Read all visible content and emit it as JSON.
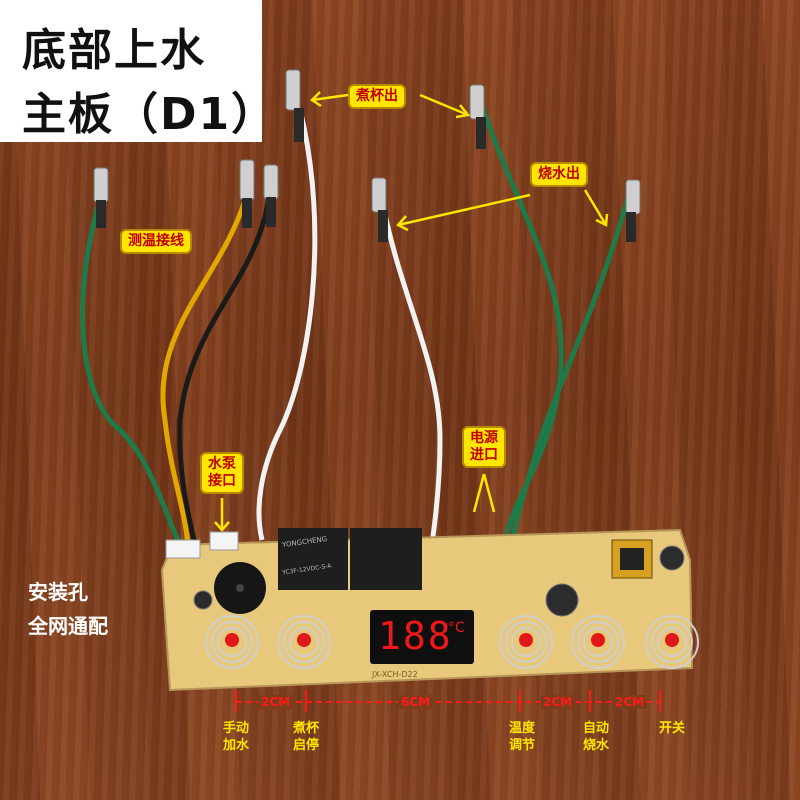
{
  "title": {
    "line1": "底部上水",
    "line2": "主板（D1）"
  },
  "callouts": {
    "temp_sensor": "测温接线",
    "cup_out": "煮杯出",
    "boil_out": "烧水出",
    "pump_port": "水泵\n接口",
    "power_in": "电源\n进口"
  },
  "install_note": {
    "line1": "安装孔",
    "line2": "全网通配"
  },
  "board": {
    "display": "188",
    "unit": "°C",
    "relay_brand": "YONGCHENG",
    "relay_model": "YC3F-12VDC-S-A",
    "part_number": "JX-XCH-D22"
  },
  "dimensions": [
    "2CM",
    "6CM",
    "2CM",
    "2CM"
  ],
  "buttons": [
    "手动\n加水",
    "煮杯\n启停",
    "温度\n调节",
    "自动\n烧水",
    "开关"
  ],
  "colors": {
    "callout_bg": "#ffe600",
    "callout_text": "#c00000",
    "dim_line": "#ff1a1a",
    "board": "#e8c87a"
  }
}
